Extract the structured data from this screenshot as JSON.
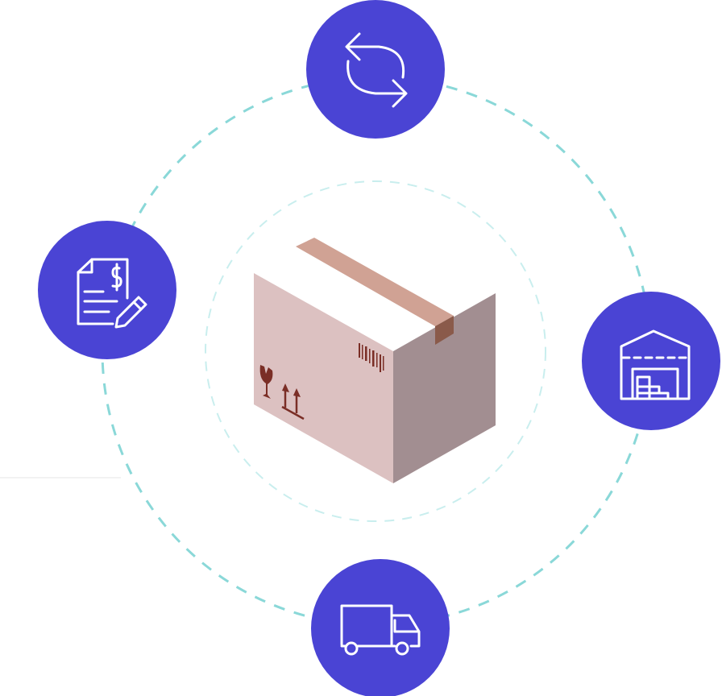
{
  "colors": {
    "node": "#4a44d4",
    "orbit": "#8ad8d8",
    "inner_orbit": "#c9eeee",
    "box_left": "#dcc1c1",
    "box_right": "#a28e91",
    "tape": "#d0a294",
    "tape_flap": "#8a5a4a",
    "marks": "#7a2e26"
  },
  "nodes": [
    {
      "id": "returns",
      "icon": "sync-arrows-icon"
    },
    {
      "id": "invoice",
      "icon": "invoice-pencil-icon"
    },
    {
      "id": "warehouse",
      "icon": "warehouse-icon"
    },
    {
      "id": "delivery",
      "icon": "delivery-truck-icon"
    }
  ],
  "center": {
    "icon": "package-box-icon"
  }
}
